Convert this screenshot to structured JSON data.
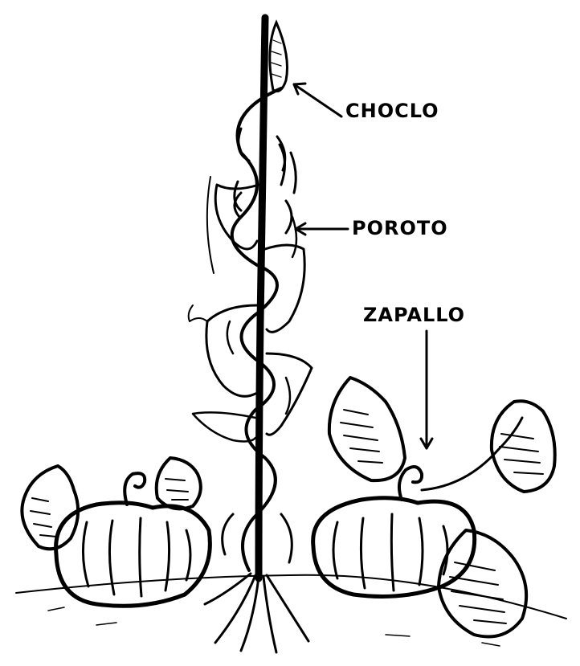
{
  "labels": {
    "choclo": "CHOCLO",
    "poroto": "POROTO",
    "zapallo": "ZAPALLO"
  },
  "colors": {
    "ink": "#000000",
    "paper": "#ffffff"
  }
}
